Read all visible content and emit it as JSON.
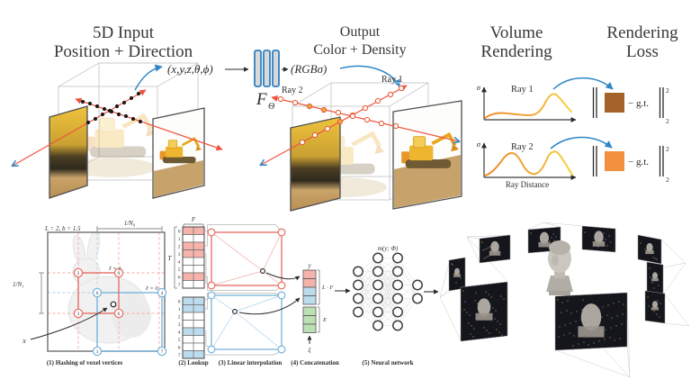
{
  "figure_top": {
    "input_title": {
      "line1": "5D Input",
      "line2": "Position + Direction"
    },
    "input_tuple": "(x,y,z,θ,ϕ)",
    "mlp": {
      "f": "F",
      "theta": "Θ"
    },
    "output_tuple": "(RGBσ)",
    "output_title": {
      "line1": "Output",
      "line2": "Color + Density"
    },
    "scene_rays": {
      "ray1": "Ray 1",
      "ray2": "Ray 2"
    },
    "volume_title": {
      "line1": "Volume",
      "line2": "Rendering"
    },
    "plots": {
      "sigma": "σ",
      "ray1": "Ray 1",
      "ray2": "Ray 2",
      "xlabel": "Ray Distance"
    },
    "loss_title": {
      "line1": "Rendering",
      "line2": "Loss"
    },
    "loss": {
      "minus_gt": "− g.t.",
      "exponent": "2",
      "subscript": "2",
      "pred1_color": "#A5632B",
      "pred2_color": "#F1913F"
    }
  },
  "figure_bottom": {
    "grid": {
      "params": "L = 2,  b = 1.5",
      "inv_n0": "1/N₀",
      "inv_n1": "1/N₁",
      "level1": "ℓ = 1",
      "level0": "ℓ = 0",
      "x_label": "x",
      "red_vertex_labels": [
        "2",
        "0",
        "3",
        "6"
      ],
      "blue_vertex_labels": [
        "0",
        "4",
        "1",
        "7"
      ]
    },
    "tables": {
      "t_label": "T",
      "f_label": "F",
      "row_indices": [
        "0",
        "1",
        "2",
        "3",
        "4",
        "5",
        "6",
        "7"
      ],
      "red_highlighted_rows": [
        0,
        2,
        3,
        6
      ],
      "blue_highlighted_rows": [
        0,
        1,
        4,
        7
      ]
    },
    "concat": {
      "y_label": "y",
      "lf_label": "L · F",
      "e_label": "E",
      "xi_label": "ξ"
    },
    "nn": {
      "label": "m(y; Φ)",
      "layers": [
        4,
        6,
        6,
        2
      ]
    },
    "captions": [
      "(1) Hashing of voxel vertices",
      "(2) Lookup",
      "(3) Linear interpolation",
      "(4) Concatenation",
      "(5) Neural network"
    ],
    "colors": {
      "red": "#E8766D",
      "red_fill": "#F6B3AC",
      "blue": "#7FB8DC",
      "blue_fill": "#BCDCEE",
      "green_fill": "#BBE0B3",
      "green": "#8CC584"
    }
  }
}
